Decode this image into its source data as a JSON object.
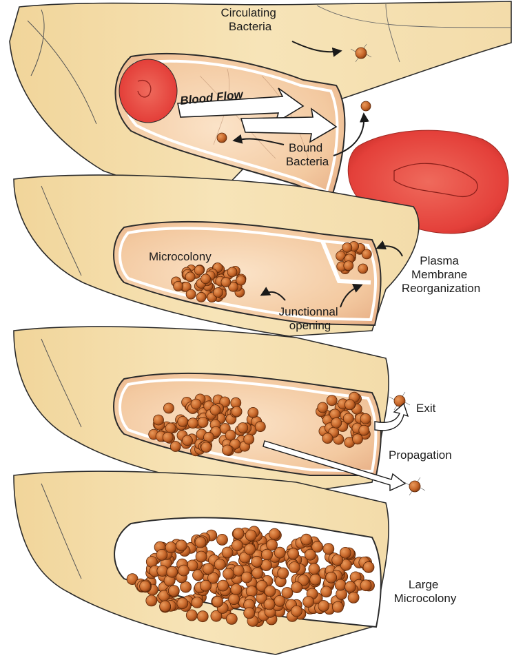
{
  "labels": {
    "circulating": [
      "Circulating",
      "Bacteria"
    ],
    "blood_flow": "Blood Flow",
    "bound": [
      "Bound",
      "Bacteria"
    ],
    "microcolony": "Microcolony",
    "plasma": [
      "Plasma",
      "Membrane",
      "Reorganization"
    ],
    "junctional": [
      "Junctionnal",
      "opening"
    ],
    "exit": "Exit",
    "propagation": "Propagation",
    "large": [
      "Large",
      "Microcolony"
    ]
  },
  "colors": {
    "vessel": "#f5dfae",
    "vessel_edge": "#d9b97a",
    "lumen": "#f6d3b0",
    "lumen_dark": "#e9b58a",
    "red_cell": "#e5423a",
    "red_cell_dark": "#c72e27",
    "bacterium": "#c9692c",
    "bacterium_dark": "#8a3e12",
    "outline": "#2b2b2b",
    "arrow_fill": "#ffffff"
  }
}
